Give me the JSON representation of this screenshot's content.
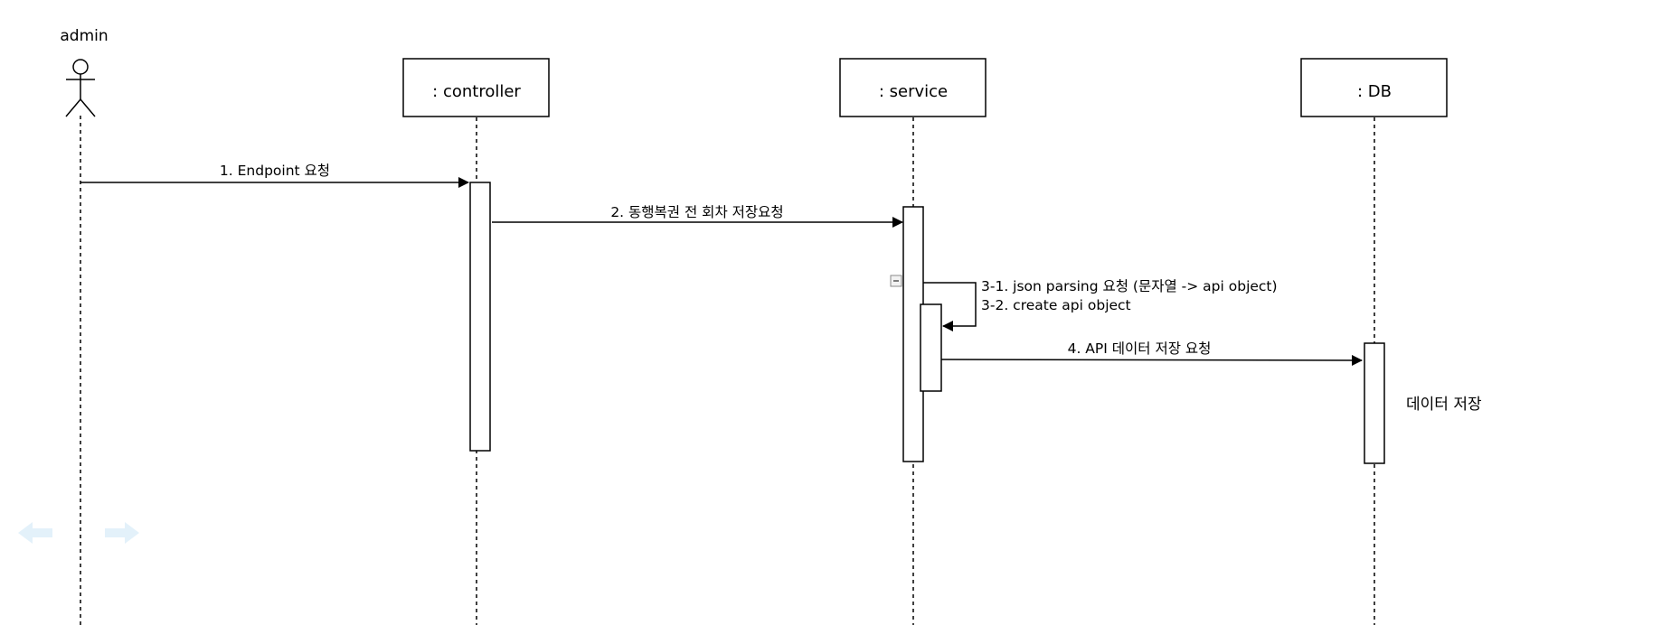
{
  "actor": {
    "label": "admin"
  },
  "participants": [
    {
      "id": "controller",
      "label": ": controller"
    },
    {
      "id": "service",
      "label": ": service"
    },
    {
      "id": "db",
      "label": ": DB"
    }
  ],
  "messages": [
    {
      "id": "m1",
      "label": "1. Endpoint 요청"
    },
    {
      "id": "m2",
      "label": "2. 동행복권 전 회차 저장요청"
    },
    {
      "id": "m3",
      "label": "3-1. json parsing 요청 (문자열 -> api object)"
    },
    {
      "id": "m3b",
      "label": "3-2. create api object"
    },
    {
      "id": "m4",
      "label": "4. API 데이터 저장 요청"
    }
  ],
  "notes": {
    "db_note": "데이터 저장"
  },
  "icons": {
    "collapse": "collapse-minus-icon",
    "nav_back": "arrow-left-icon",
    "nav_forward": "arrow-right-icon"
  },
  "colors": {
    "line": "#000000",
    "nav_arrow": "#e3f1fa",
    "collapse_fill": "#f2f2f2",
    "collapse_stroke": "#8a8a8a"
  }
}
